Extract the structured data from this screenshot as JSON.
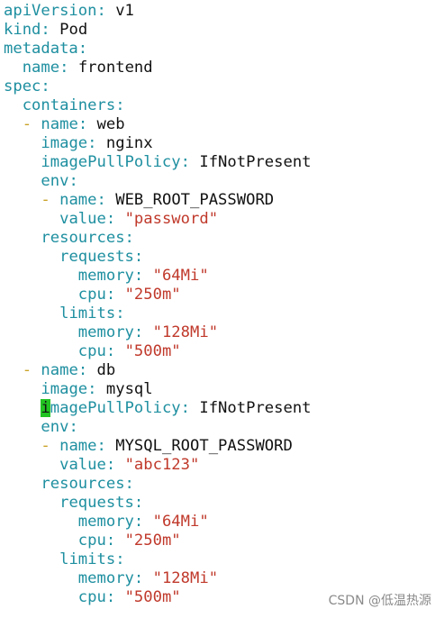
{
  "file": {
    "lines": [
      {
        "indent": "",
        "dash": false,
        "key": "apiVersion",
        "value": "v1",
        "value_type": "plain"
      },
      {
        "indent": "",
        "dash": false,
        "key": "kind",
        "value": "Pod",
        "value_type": "plain"
      },
      {
        "indent": "",
        "dash": false,
        "key": "metadata",
        "value": "",
        "value_type": "none"
      },
      {
        "indent": "  ",
        "dash": false,
        "key": "name",
        "value": "frontend",
        "value_type": "plain"
      },
      {
        "indent": "",
        "dash": false,
        "key": "spec",
        "value": "",
        "value_type": "none"
      },
      {
        "indent": "  ",
        "dash": false,
        "key": "containers",
        "value": "",
        "value_type": "none"
      },
      {
        "indent": "  ",
        "dash": true,
        "key": "name",
        "value": "web",
        "value_type": "plain"
      },
      {
        "indent": "    ",
        "dash": false,
        "key": "image",
        "value": "nginx",
        "value_type": "plain"
      },
      {
        "indent": "    ",
        "dash": false,
        "key": "imagePullPolicy",
        "value": "IfNotPresent",
        "value_type": "plain"
      },
      {
        "indent": "    ",
        "dash": false,
        "key": "env",
        "value": "",
        "value_type": "none"
      },
      {
        "indent": "    ",
        "dash": true,
        "key": "name",
        "value": "WEB_ROOT_PASSWORD",
        "value_type": "plain"
      },
      {
        "indent": "      ",
        "dash": false,
        "key": "value",
        "value": "\"password\"",
        "value_type": "string"
      },
      {
        "indent": "    ",
        "dash": false,
        "key": "resources",
        "value": "",
        "value_type": "none"
      },
      {
        "indent": "      ",
        "dash": false,
        "key": "requests",
        "value": "",
        "value_type": "none"
      },
      {
        "indent": "        ",
        "dash": false,
        "key": "memory",
        "value": "\"64Mi\"",
        "value_type": "string"
      },
      {
        "indent": "        ",
        "dash": false,
        "key": "cpu",
        "value": "\"250m\"",
        "value_type": "string"
      },
      {
        "indent": "      ",
        "dash": false,
        "key": "limits",
        "value": "",
        "value_type": "none"
      },
      {
        "indent": "        ",
        "dash": false,
        "key": "memory",
        "value": "\"128Mi\"",
        "value_type": "string"
      },
      {
        "indent": "        ",
        "dash": false,
        "key": "cpu",
        "value": "\"500m\"",
        "value_type": "string"
      },
      {
        "indent": "  ",
        "dash": true,
        "key": "name",
        "value": "db",
        "value_type": "plain"
      },
      {
        "indent": "    ",
        "dash": false,
        "key": "image",
        "value": "mysql",
        "value_type": "plain"
      },
      {
        "indent": "    ",
        "dash": false,
        "key": "imagePullPolicy",
        "value": "IfNotPresent",
        "value_type": "plain",
        "cursor": true
      },
      {
        "indent": "    ",
        "dash": false,
        "key": "env",
        "value": "",
        "value_type": "none"
      },
      {
        "indent": "    ",
        "dash": true,
        "key": "name",
        "value": "MYSQL_ROOT_PASSWORD",
        "value_type": "plain"
      },
      {
        "indent": "      ",
        "dash": false,
        "key": "value",
        "value": "\"abc123\"",
        "value_type": "string"
      },
      {
        "indent": "    ",
        "dash": false,
        "key": "resources",
        "value": "",
        "value_type": "none"
      },
      {
        "indent": "      ",
        "dash": false,
        "key": "requests",
        "value": "",
        "value_type": "none"
      },
      {
        "indent": "        ",
        "dash": false,
        "key": "memory",
        "value": "\"64Mi\"",
        "value_type": "string"
      },
      {
        "indent": "        ",
        "dash": false,
        "key": "cpu",
        "value": "\"250m\"",
        "value_type": "string"
      },
      {
        "indent": "      ",
        "dash": false,
        "key": "limits",
        "value": "",
        "value_type": "none"
      },
      {
        "indent": "        ",
        "dash": false,
        "key": "memory",
        "value": "\"128Mi\"",
        "value_type": "string"
      },
      {
        "indent": "        ",
        "dash": false,
        "key": "cpu",
        "value": "\"500m\"",
        "value_type": "string"
      }
    ]
  },
  "watermark": "CSDN @低温热源",
  "colors": {
    "key": "#1e8fa0",
    "dash": "#c9a227",
    "string": "#c0392b",
    "plain": "#111111",
    "cursor": "#22c322"
  }
}
